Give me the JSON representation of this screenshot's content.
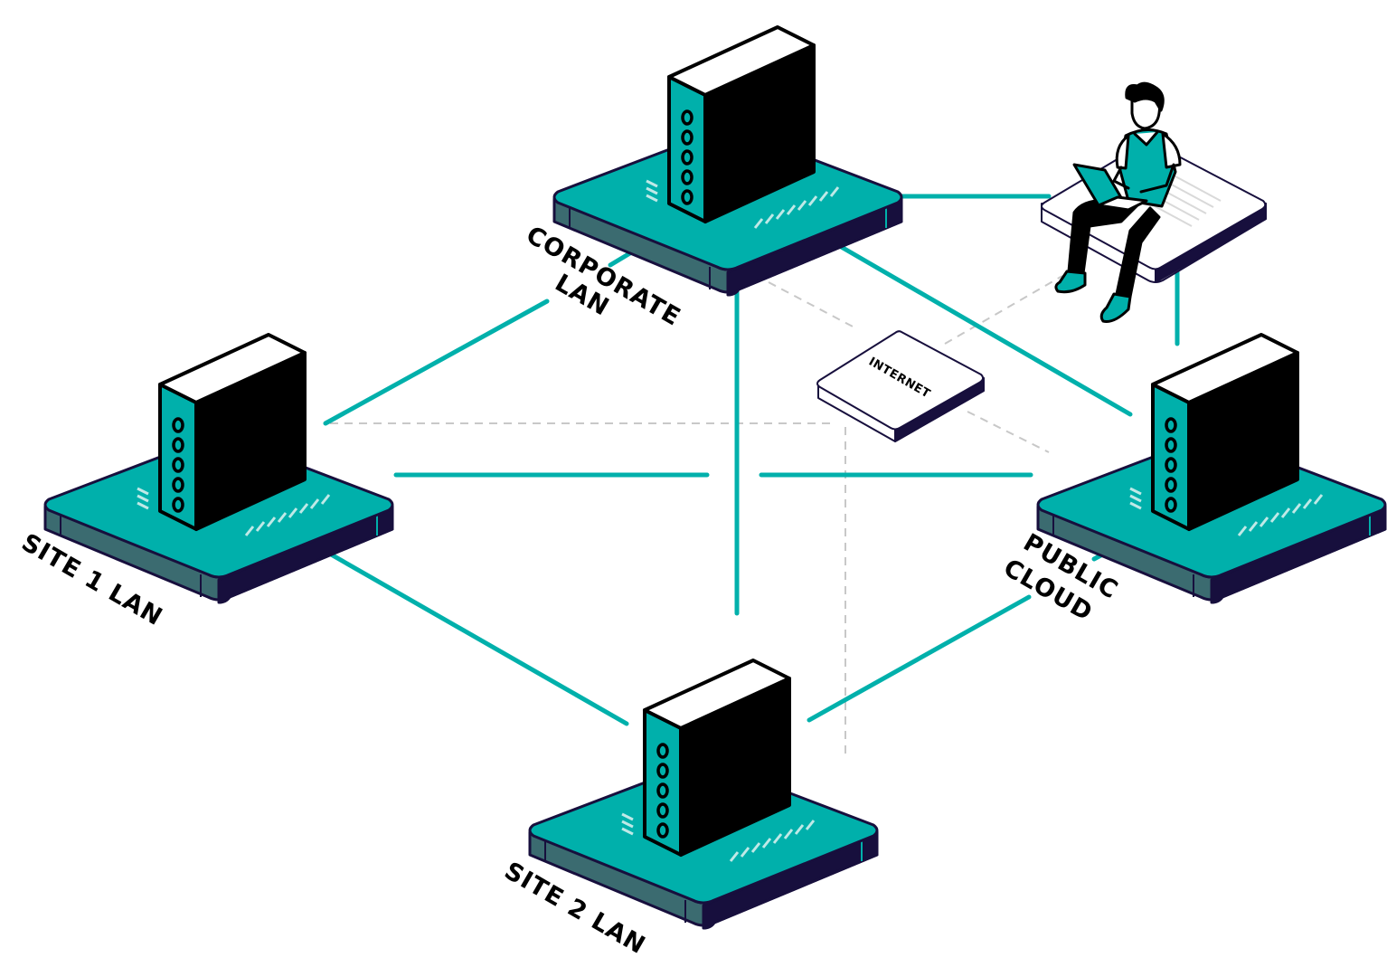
{
  "colors": {
    "teal": "#00b0ab",
    "dark_navy": "#170f3d",
    "slate": "#3b6b70",
    "black": "#000000",
    "white": "#ffffff",
    "dashed": "#c8c8c8"
  },
  "nodes": {
    "corporate": {
      "label_line1": "CORPORATE",
      "label_line2": "LAN",
      "icon": "server-icon"
    },
    "site1": {
      "label_line1": "SITE 1 LAN",
      "icon": "server-icon"
    },
    "site2": {
      "label_line1": "SITE 2 LAN",
      "icon": "server-icon"
    },
    "cloud": {
      "label_line1": "PUBLIC",
      "label_line2": "CLOUD",
      "icon": "server-icon"
    },
    "internet": {
      "label": "INTERNET",
      "icon": "internet-pad-icon"
    },
    "user": {
      "icon": "person-with-laptop-icon"
    }
  }
}
